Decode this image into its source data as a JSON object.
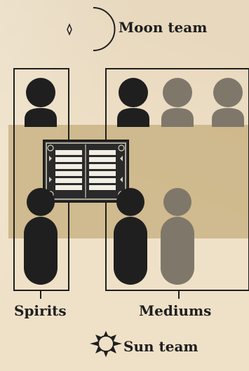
{
  "labels": {
    "moon_team": "Moon team",
    "spirits": "Spirits",
    "mediums": "Mediums",
    "sun_team": "Sun team"
  },
  "icons": {
    "moon": "crescent-moon-icon",
    "sun": "sun-icon",
    "board": "spirit-board-icon"
  },
  "colors": {
    "background": "#efe1c8",
    "band": "#c4aa78",
    "token_dark": "#1f1f1f",
    "token_gray": "#7f786a",
    "ink": "#1f1f1f"
  },
  "teams": {
    "moon": {
      "spirits": 1,
      "mediums_active": 1,
      "mediums_inactive": 2
    },
    "sun": {
      "spirits": 1,
      "mediums_active": 1,
      "mediums_inactive": 1
    }
  }
}
